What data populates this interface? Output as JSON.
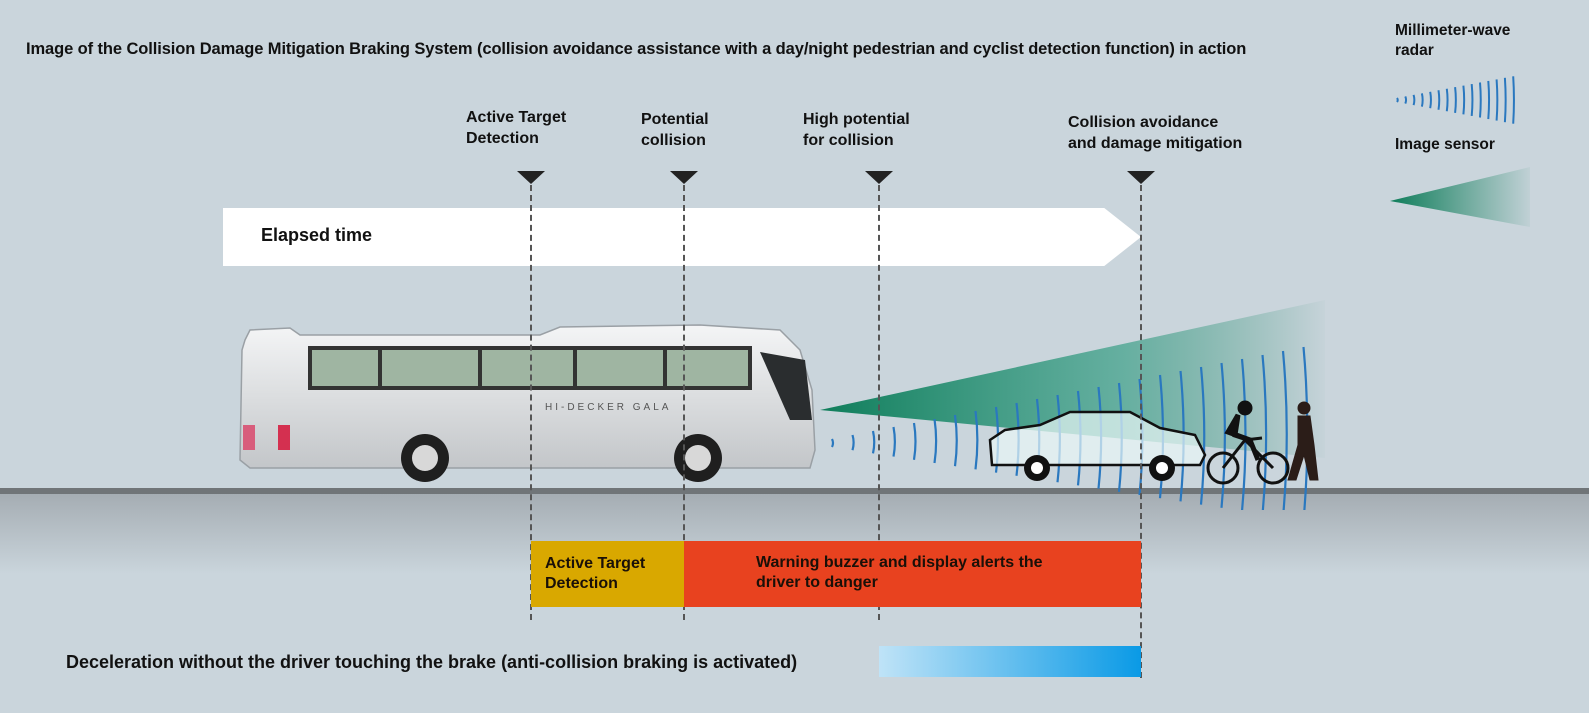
{
  "title": "Image of the Collision Damage Mitigation Braking System (collision avoidance assistance with a day/night pedestrian and cyclist detection function) in action",
  "legend": {
    "radar_label": "Millimeter-wave radar",
    "radar_line1": "Millimeter-wave",
    "radar_line2": "radar",
    "image_sensor_label": "Image sensor"
  },
  "stages": [
    {
      "line1": "Active Target",
      "line2": "Detection"
    },
    {
      "line1": "Potential",
      "line2": "collision"
    },
    {
      "line1": "High potential",
      "line2": "for collision"
    },
    {
      "line1": "Collision avoidance",
      "line2": "and damage mitigation"
    }
  ],
  "timeline": {
    "label": "Elapsed time"
  },
  "vehicle": {
    "bus_text": "HI-DECKER GALA"
  },
  "phases": {
    "active_target": {
      "line1": "Active Target",
      "line2": "Detection",
      "color": "#d9a800"
    },
    "warning": {
      "line1": "Warning buzzer and display alerts the",
      "line2": "driver to danger",
      "color": "#e8421f"
    }
  },
  "deceleration": {
    "label": "Deceleration without the driver touching the brake (anti-collision braking is activated)",
    "color_start": "#bfe3f7",
    "color_end": "#0a9ae6"
  },
  "colors": {
    "background": "#cad5dc",
    "radar": "#2a78bf",
    "image_sensor": "#0e7d5a"
  }
}
